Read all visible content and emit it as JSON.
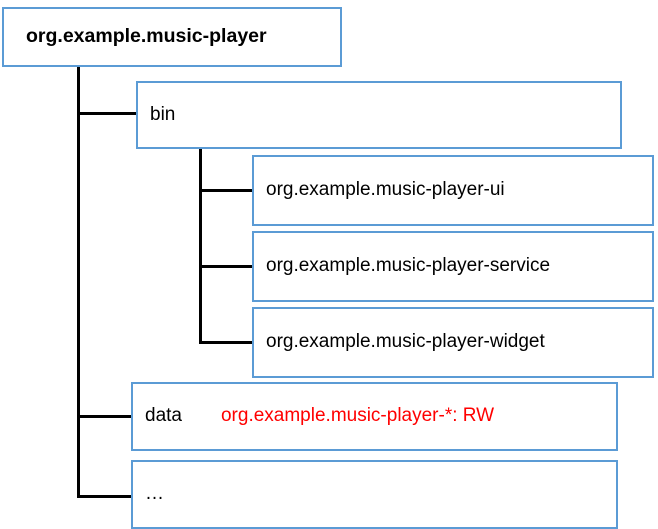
{
  "diagram": {
    "title_node": {
      "label": "org.example.music-player",
      "style": "bold"
    },
    "nodes": {
      "bin": {
        "label": "bin"
      },
      "bin_children": [
        {
          "label": "org.example.music-player-ui"
        },
        {
          "label": "org.example.music-player-service"
        },
        {
          "label": "org.example.music-player-widget"
        }
      ],
      "data": {
        "label": "data",
        "permission": "org.example.music-player-*:  RW"
      },
      "more": {
        "label": "…"
      }
    },
    "colors": {
      "box_border": "#5B9BD5",
      "connector": "#000000",
      "text": "#000000",
      "permission_text": "#FF0000",
      "background": "#FFFFFF"
    }
  }
}
